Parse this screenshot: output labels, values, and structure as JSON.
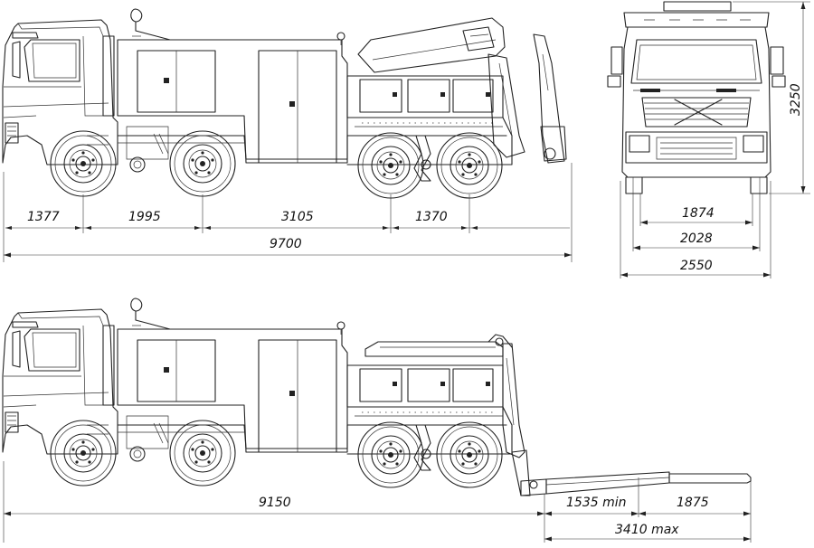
{
  "top_view": {
    "dimensions": {
      "d1": "1377",
      "d2": "1995",
      "d3": "3105",
      "d4": "1370",
      "total": "9700"
    }
  },
  "front_view": {
    "dimensions": {
      "track_front": "1874",
      "track_rear": "2028",
      "width": "2550",
      "height": "3250"
    }
  },
  "bottom_view": {
    "dimensions": {
      "total": "9150",
      "min_ext": "1535 min",
      "ext": "1875",
      "max_ext": "3410 max"
    }
  }
}
